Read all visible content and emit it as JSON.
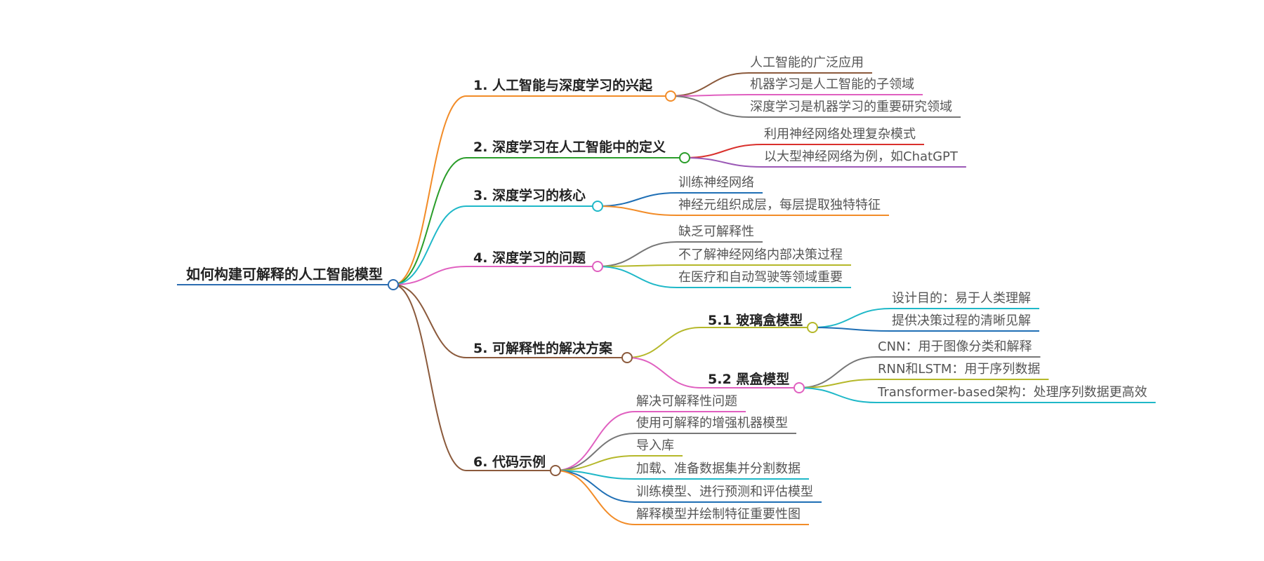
{
  "root": {
    "label": "如何构建可解释的人工智能模型",
    "color": "#2b6cb0"
  },
  "branches": [
    {
      "id": "b1",
      "label": "1. 人工智能与深度学习的兴起",
      "color": "#f28c28",
      "children": [
        {
          "label": "人工智能的广泛应用",
          "color": "#8b5a3c"
        },
        {
          "label": "机器学习是人工智能的子领域",
          "color": "#e060c0"
        },
        {
          "label": "深度学习是机器学习的重要研究领域",
          "color": "#777777"
        }
      ]
    },
    {
      "id": "b2",
      "label": "2. 深度学习在人工智能中的定义",
      "color": "#2a9d2a",
      "children": [
        {
          "label": "利用神经网络处理复杂模式",
          "color": "#d9302c"
        },
        {
          "label": "以大型神经网络为例，如ChatGPT",
          "color": "#9b59b6"
        }
      ]
    },
    {
      "id": "b3",
      "label": "3. 深度学习的核心",
      "color": "#1fb8c8",
      "children": [
        {
          "label": "训练神经网络",
          "color": "#1f6fb5"
        },
        {
          "label": "神经元组织成层，每层提取独特特征",
          "color": "#f28c28"
        }
      ]
    },
    {
      "id": "b4",
      "label": "4. 深度学习的问题",
      "color": "#e060c0",
      "children": [
        {
          "label": "缺乏可解释性",
          "color": "#777777"
        },
        {
          "label": "不了解神经网络内部决策过程",
          "color": "#b5b82a"
        },
        {
          "label": "在医疗和自动驾驶等领域重要",
          "color": "#1fb8c8"
        }
      ]
    },
    {
      "id": "b5",
      "label": "5. 可解释性的解决方案",
      "color": "#8b5a3c",
      "children": [],
      "sub": [
        {
          "label": "5.1 玻璃盒模型",
          "color": "#b5b82a",
          "children": [
            {
              "label": "设计目的：易于人类理解",
              "color": "#1fb8c8"
            },
            {
              "label": "提供决策过程的清晰见解",
              "color": "#1f6fb5"
            }
          ]
        },
        {
          "label": "5.2 黑盒模型",
          "color": "#e060c0",
          "children": [
            {
              "label": "CNN：用于图像分类和解释",
              "color": "#777777"
            },
            {
              "label": "RNN和LSTM：用于序列数据",
              "color": "#b5b82a"
            },
            {
              "label": "Transformer-based架构：处理序列数据更高效",
              "color": "#1fb8c8"
            }
          ]
        }
      ]
    },
    {
      "id": "b6",
      "label": "6. 代码示例",
      "color": "#8b5a3c",
      "children": [
        {
          "label": "解决可解释性问题",
          "color": "#e060c0"
        },
        {
          "label": "使用可解释的增强机器模型",
          "color": "#777777"
        },
        {
          "label": "导入库",
          "color": "#b5b82a"
        },
        {
          "label": "加载、准备数据集并分割数据",
          "color": "#1fb8c8"
        },
        {
          "label": "训练模型、进行预测和评估模型",
          "color": "#1f6fb5"
        },
        {
          "label": "解释模型并绘制特征重要性图",
          "color": "#f28c28"
        }
      ]
    }
  ]
}
